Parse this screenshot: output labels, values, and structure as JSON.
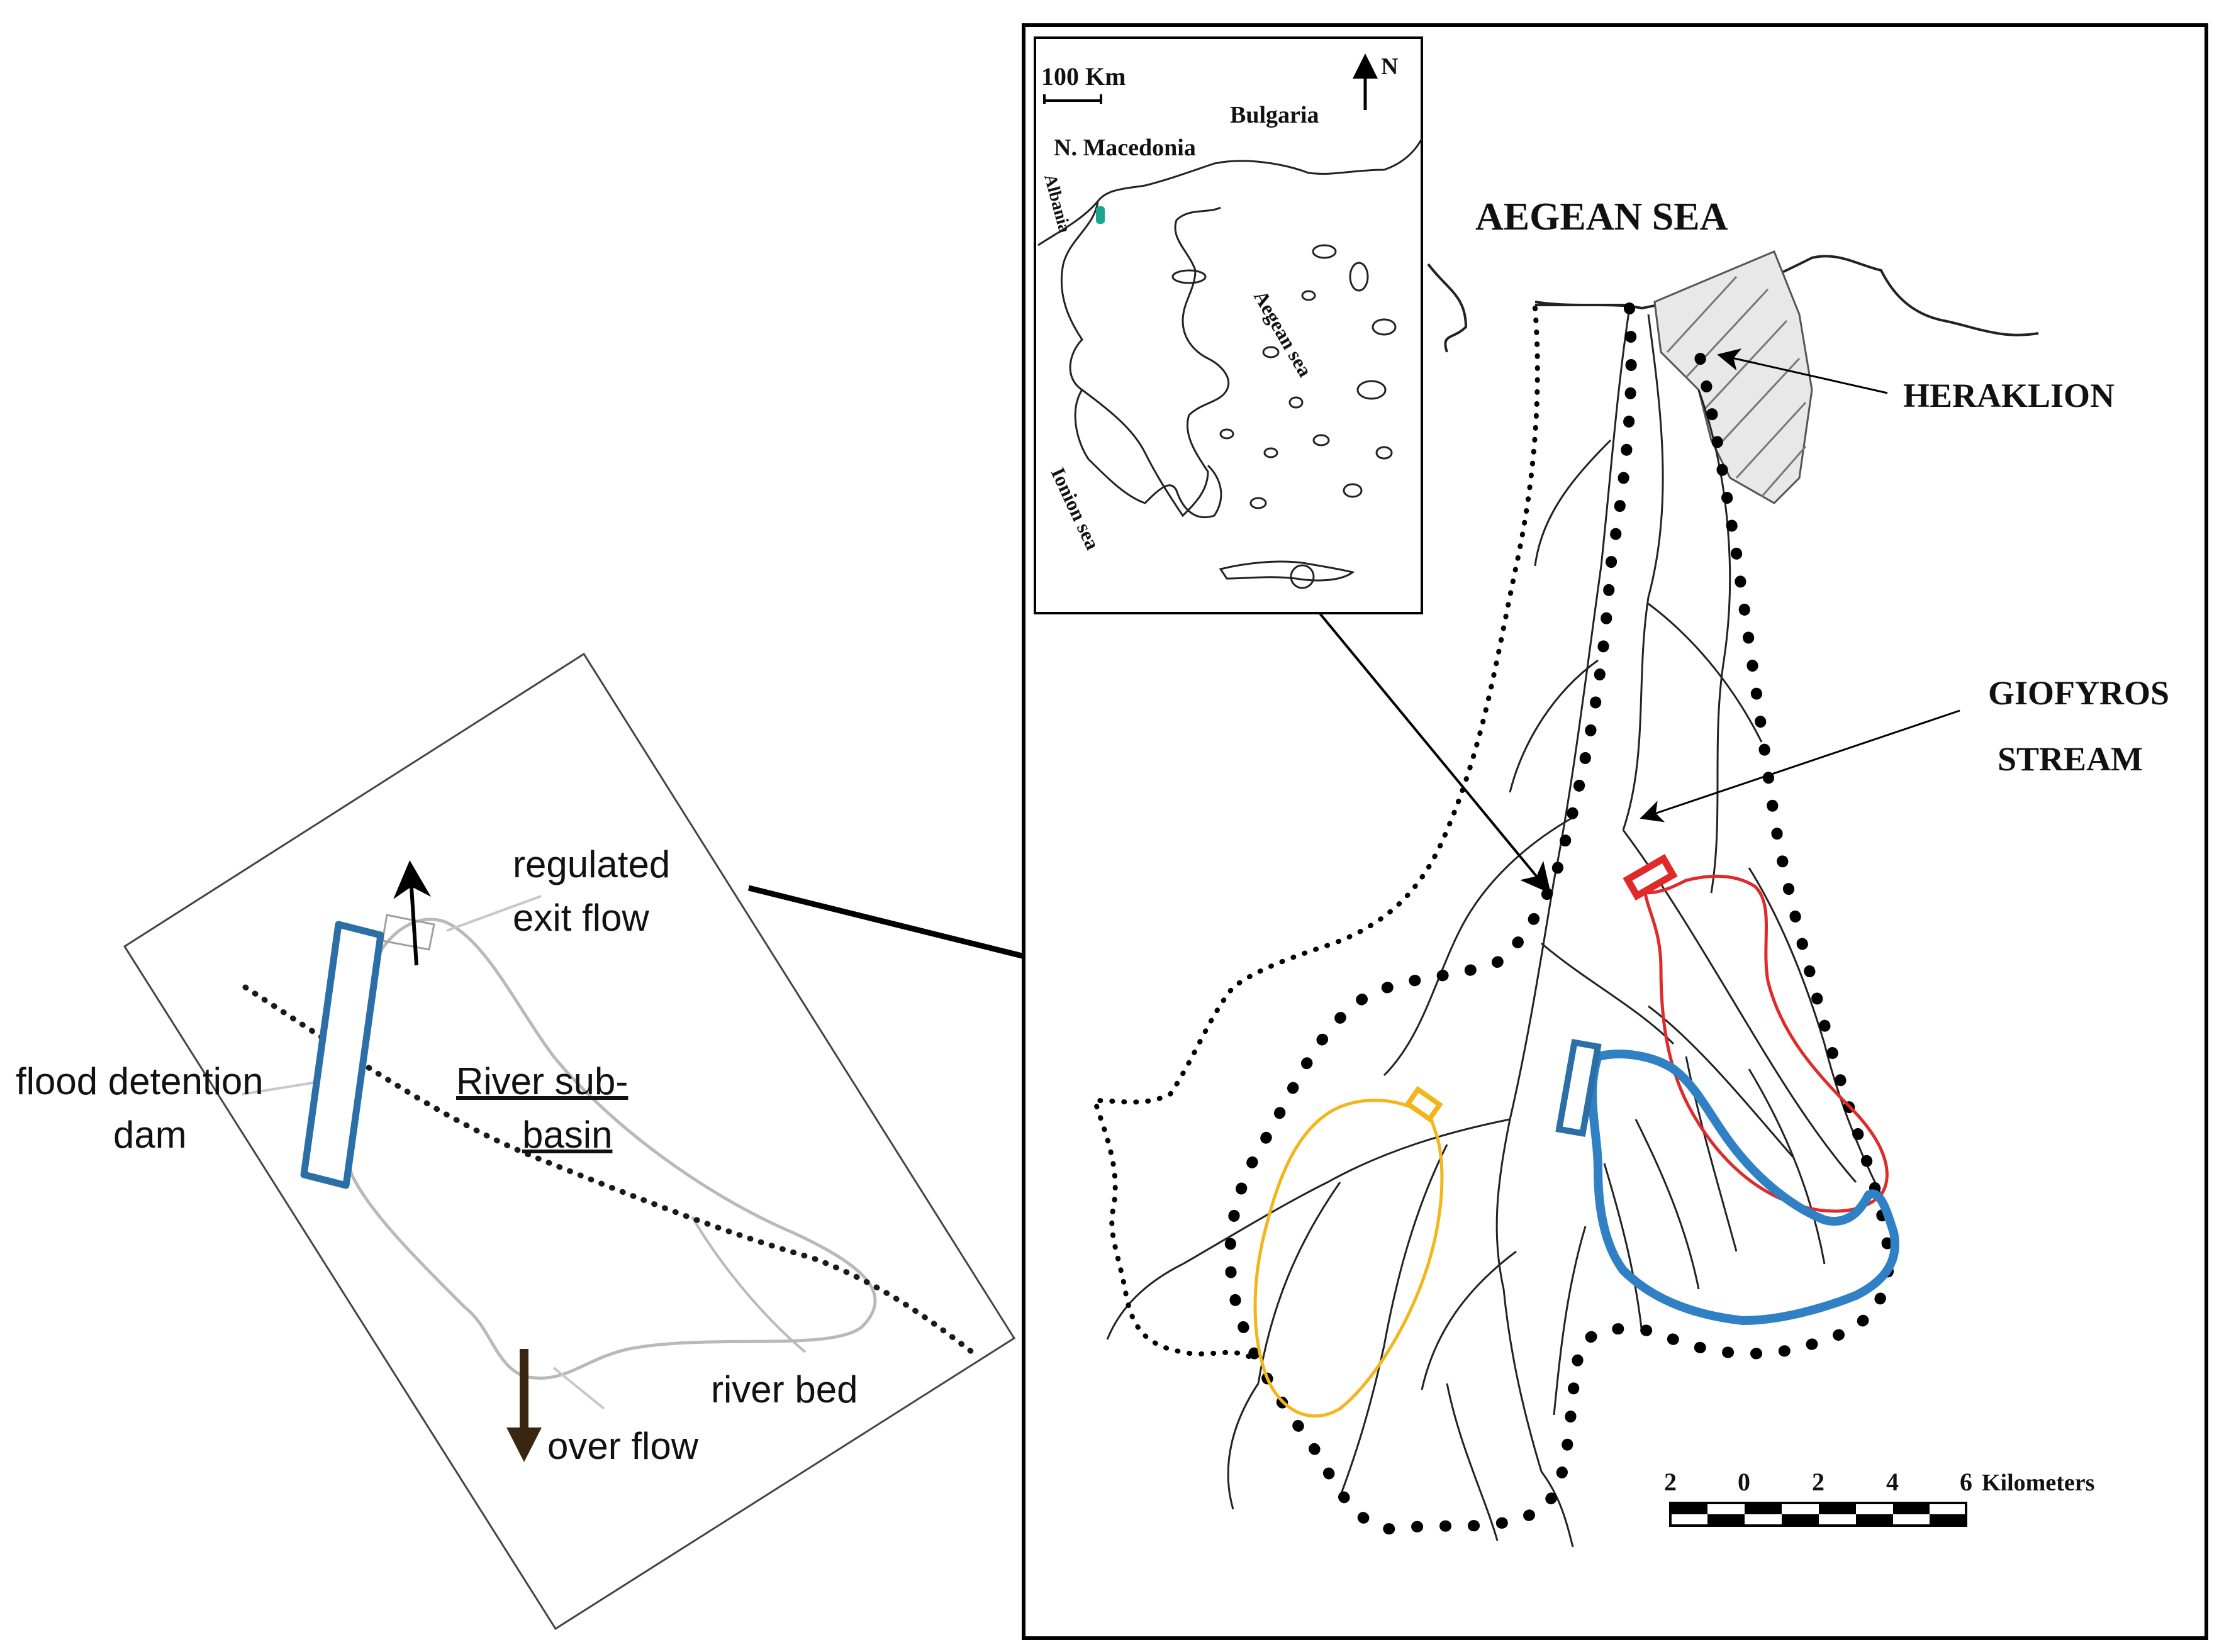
{
  "schematic": {
    "label_regulated_line1": "regulated",
    "label_regulated_line2": "exit flow",
    "label_dam_line1": "flood detention",
    "label_dam_line2": "dam",
    "label_subbasin_line1": "River sub-",
    "label_subbasin_line2": "basin",
    "label_riverbed": "river bed",
    "label_overflow": "over flow"
  },
  "inset": {
    "scale_label": "100 Km",
    "north_label": "N",
    "bulgaria": "Bulgaria",
    "macedonia": "N. Macedonia",
    "albania": "Albania",
    "aegean": "Aegean sea",
    "ionian": "Ionion sea"
  },
  "map": {
    "aegean_sea": "AEGEAN SEA",
    "heraklion": "HERAKLION",
    "giofyros_line1": "GIOFYROS",
    "giofyros_line2": "STREAM",
    "scale_ticks": [
      "2",
      "0",
      "2",
      "4",
      "6"
    ],
    "scale_unit": "Kilometers"
  },
  "colors": {
    "dam_blue": "#2b6fa6",
    "subbasin_blue": "#2f80c4",
    "subbasin_red": "#e02a2a",
    "subbasin_yellow": "#f2b51a",
    "overflow_arrow": "#3a2510",
    "greece_marker": "#1aa58f"
  }
}
